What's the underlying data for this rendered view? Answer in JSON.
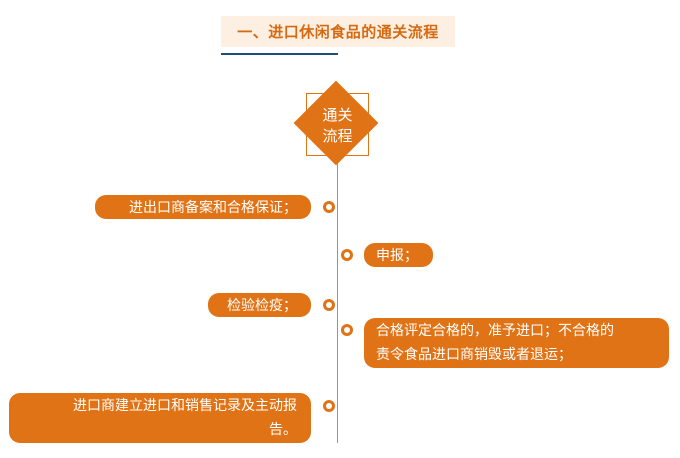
{
  "title": "一、进口休闲食品的通关流程",
  "center": {
    "line1": "通关",
    "line2": "流程"
  },
  "steps": [
    {
      "text": "进出口商备案和合格保证；"
    },
    {
      "text": "申报；"
    },
    {
      "text": "检验检疫；"
    },
    {
      "text": "合格评定合格的，准予进口；不合格的\n责令食品进口商销毁或者退运；"
    },
    {
      "text": "进口商建立进口和销售记录及主动报\n告。"
    }
  ],
  "colors": {
    "accent": "#e07316",
    "title_bg": "#fdf0e3",
    "underline": "#1f4e79"
  }
}
